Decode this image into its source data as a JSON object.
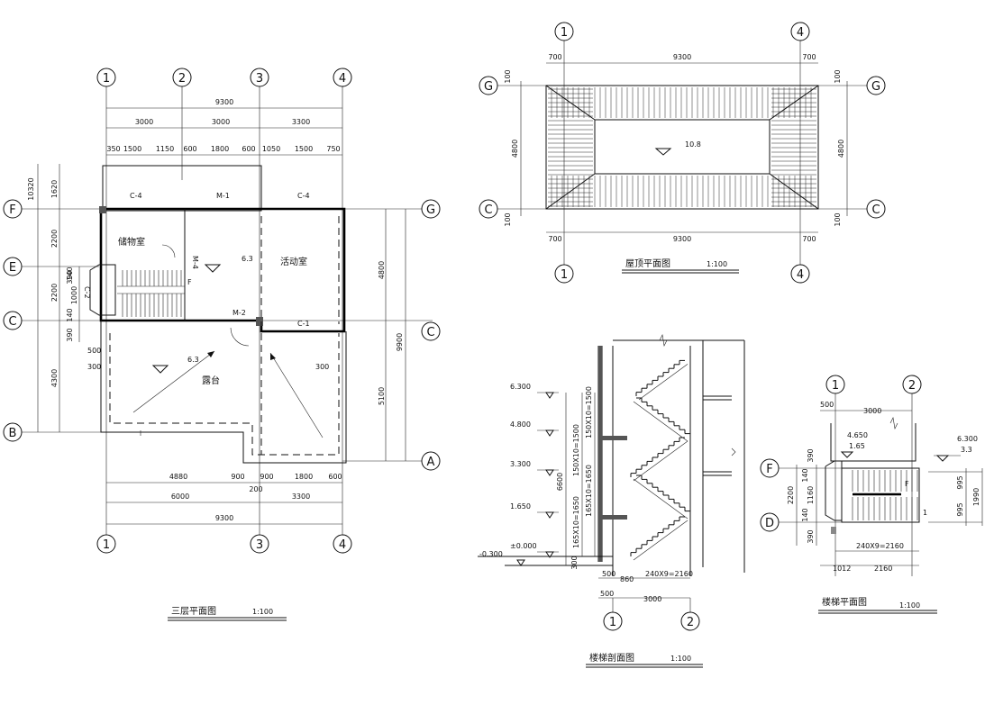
{
  "plan3": {
    "title": "三层平面图",
    "scale": "1:100",
    "axes_top": [
      "1",
      "2",
      "3",
      "4"
    ],
    "axes_bottom": [
      "1",
      "3",
      "4"
    ],
    "axes_left": [
      "F",
      "E",
      "C",
      "B"
    ],
    "axes_right": [
      "G",
      "C",
      "A"
    ],
    "dims_top": {
      "total": "9300",
      "row2": [
        "3000",
        "3000",
        "3300"
      ],
      "row3": [
        "350",
        "1500",
        "1150",
        "600",
        "1800",
        "600",
        "1050",
        "1500",
        "750"
      ]
    },
    "dims_left": {
      "outer": [
        "1620",
        "2200",
        "2200",
        "4300"
      ],
      "total": "10320",
      "inner": [
        "390",
        "1000",
        "140",
        "140",
        "390"
      ],
      "small": [
        "500",
        "300"
      ]
    },
    "dims_right": [
      "4800",
      "9900",
      "5100"
    ],
    "dims_bottom": {
      "row1": [
        "4880",
        "900",
        "900",
        "1800",
        "600"
      ],
      "row2": [
        "6000",
        "3300"
      ],
      "total": "9300",
      "small": "200"
    },
    "rooms": {
      "storage": "储物室",
      "activity": "活动室",
      "terrace": "露台"
    },
    "levels": [
      "6.3",
      "6.3"
    ],
    "tags": {
      "c4a": "C-4",
      "m1": "M-1",
      "c4b": "C-4",
      "m4": "M-4",
      "m2": "M-2",
      "c1": "C-1",
      "c2": "C-2",
      "f": "F",
      "d300": "300"
    }
  },
  "roof": {
    "title": "屋顶平面图",
    "scale": "1:100",
    "axes_top": [
      "1",
      "4"
    ],
    "axes_bottom": [
      "1",
      "4"
    ],
    "axes_left": [
      "G",
      "C"
    ],
    "axes_right": [
      "G",
      "C"
    ],
    "dims_top": [
      "700",
      "9300",
      "700"
    ],
    "dims_bottom": [
      "700",
      "9300",
      "700"
    ],
    "dims_side": [
      "100",
      "4800",
      "100"
    ],
    "level": "10.8"
  },
  "section": {
    "title": "楼梯剖面图",
    "scale": "1:100",
    "levels": [
      "6.300",
      "4.800",
      "3.300",
      "1.650",
      "±0.000",
      "-0.300"
    ],
    "dims_vertical": [
      "150X10=1500",
      "165X10=1650",
      "150X10=1500",
      "165X10=1650",
      "6600",
      "300"
    ],
    "dims_bottom": [
      "500",
      "860",
      "240X9=2160",
      "500",
      "3000"
    ],
    "axes": [
      "1",
      "2"
    ]
  },
  "stair": {
    "title": "楼梯平面图",
    "scale": "1:100",
    "axes_top": [
      "1",
      "2"
    ],
    "axes_left": [
      "F",
      "D"
    ],
    "dims": {
      "top": [
        "500",
        "3000"
      ],
      "levels": [
        "4.650",
        "1.65",
        "6.300",
        "3.3"
      ],
      "left": [
        "390",
        "2200",
        "1160",
        "140",
        "390",
        "140"
      ],
      "right": [
        "995",
        "1990",
        "995"
      ],
      "bottom": [
        "240X9=2160",
        "1012",
        "2160"
      ]
    },
    "tags": {
      "f": "F",
      "arrow": "1"
    }
  }
}
